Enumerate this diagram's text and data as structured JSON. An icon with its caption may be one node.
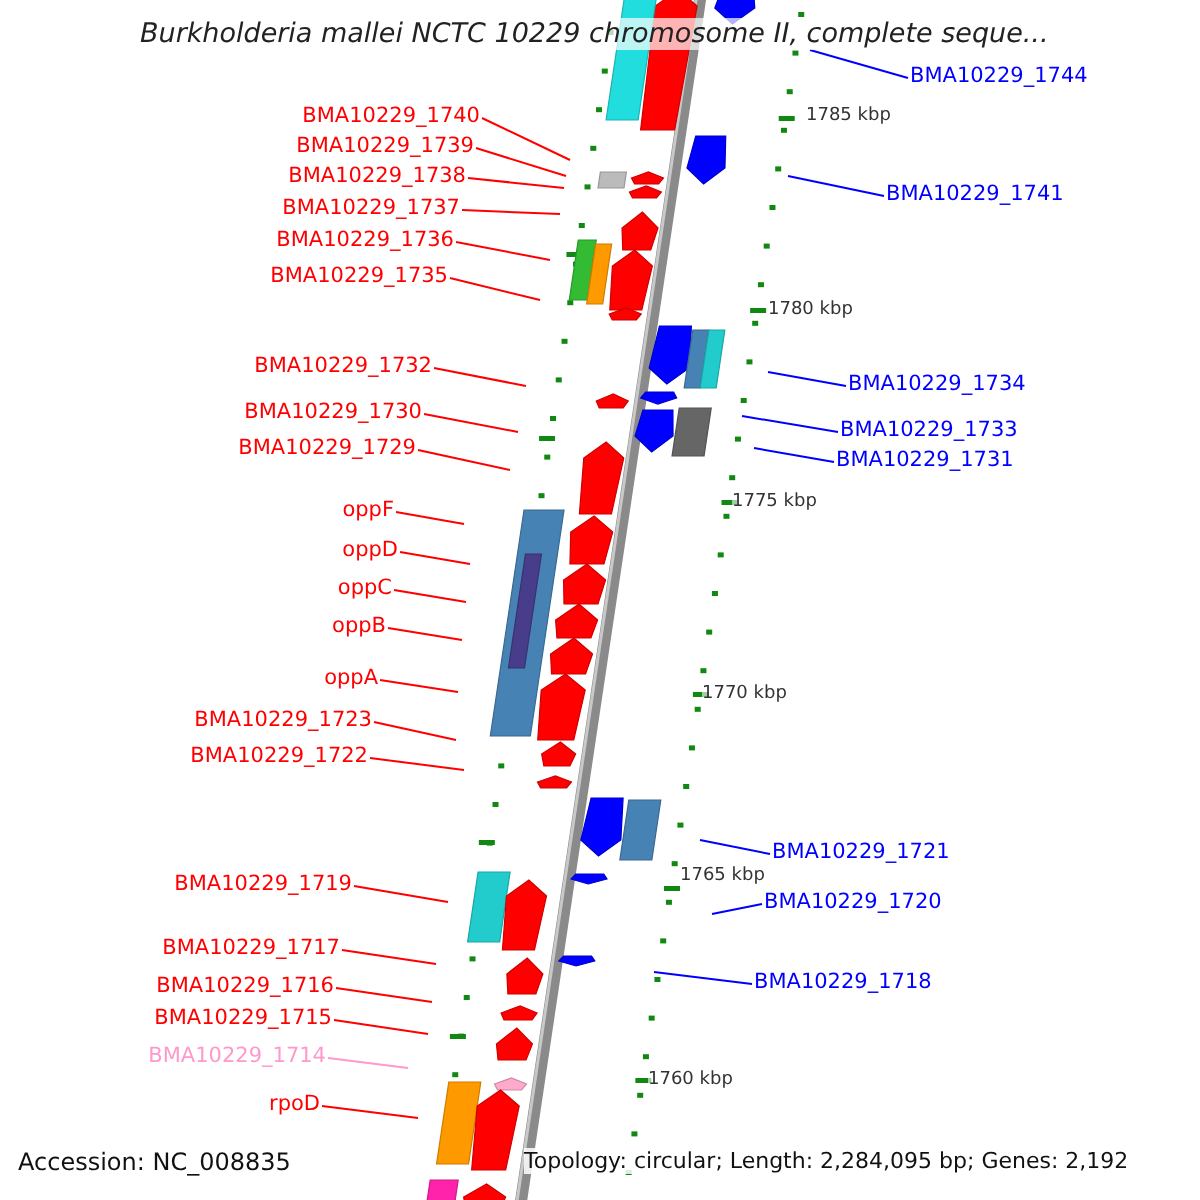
{
  "diagram": {
    "title": "Burkholderia mallei NCTC 10229 chromosome II, complete seque...",
    "nodes": [
      {
        "text": [
          "BMA10229_1740"
        ]
      },
      {
        "text": [
          "BMA10229_1739"
        ]
      },
      {
        "text": [
          "BMA10229_1738"
        ]
      },
      {
        "text": [
          "BMA10229_1737"
        ]
      },
      {
        "text": [
          "BMA10229_1736"
        ]
      },
      {
        "text": [
          "BMA10229_1735"
        ]
      },
      {
        "text": [
          "BMA10229_1732"
        ]
      },
      {
        "text": [
          "BMA10229_1730"
        ]
      },
      {
        "text": [
          "BMA10229_1729"
        ]
      },
      {
        "text": [
          "oppF"
        ]
      },
      {
        "text": [
          "oppD"
        ]
      },
      {
        "text": [
          "oppC"
        ]
      },
      {
        "text": [
          "oppB"
        ]
      },
      {
        "text": [
          "oppA"
        ]
      },
      {
        "text": [
          "BMA10229_1723"
        ]
      },
      {
        "text": [
          "BMA10229_1722"
        ]
      },
      {
        "text": [
          "BMA10229_1719"
        ]
      },
      {
        "text": [
          "BMA10229_1717"
        ]
      },
      {
        "text": [
          "BMA10229_1716"
        ]
      },
      {
        "text": [
          "BMA10229_1715"
        ]
      },
      {
        "text": [
          "BMA10229_1714"
        ]
      },
      {
        "text": [
          "rpoD"
        ]
      },
      {
        "text": [
          "BMA10229_1744"
        ]
      },
      {
        "text": [
          "BMA10229_1741"
        ]
      },
      {
        "text": [
          "BMA10229_1734"
        ]
      },
      {
        "text": [
          "BMA10229_1733"
        ]
      },
      {
        "text": [
          "BMA10229_1731"
        ]
      },
      {
        "text": [
          "BMA10229_1721"
        ]
      },
      {
        "text": [
          "BMA10229_1720"
        ]
      },
      {
        "text": [
          "BMA10229_1718"
        ]
      }
    ],
    "edges": [
      {
        "from": 0,
        "to": null,
        "arrow": "none"
      },
      {
        "from": 1,
        "to": null,
        "arrow": "none"
      },
      {
        "from": 2,
        "to": null,
        "arrow": "none"
      },
      {
        "from": 3,
        "to": null,
        "arrow": "none"
      },
      {
        "from": 4,
        "to": null,
        "arrow": "none"
      },
      {
        "from": 5,
        "to": null,
        "arrow": "none"
      },
      {
        "from": 6,
        "to": null,
        "arrow": "none"
      },
      {
        "from": 7,
        "to": null,
        "arrow": "none"
      },
      {
        "from": 8,
        "to": null,
        "arrow": "none"
      },
      {
        "from": 9,
        "to": null,
        "arrow": "none"
      },
      {
        "from": 10,
        "to": null,
        "arrow": "none"
      },
      {
        "from": 11,
        "to": null,
        "arrow": "none"
      },
      {
        "from": 12,
        "to": null,
        "arrow": "none"
      },
      {
        "from": 13,
        "to": null,
        "arrow": "none"
      },
      {
        "from": 14,
        "to": null,
        "arrow": "none"
      },
      {
        "from": 15,
        "to": null,
        "arrow": "none"
      },
      {
        "from": 16,
        "to": null,
        "arrow": "none"
      },
      {
        "from": 17,
        "to": null,
        "arrow": "none"
      },
      {
        "from": 18,
        "to": null,
        "arrow": "none"
      },
      {
        "from": 19,
        "to": null,
        "arrow": "none"
      },
      {
        "from": 20,
        "to": null,
        "arrow": "none",
        "color": "#ff99cc"
      },
      {
        "from": 21,
        "to": null,
        "arrow": "none"
      },
      {
        "from": 22,
        "to": null,
        "arrow": "none",
        "color": "#0000ff"
      },
      {
        "from": 23,
        "to": null,
        "arrow": "none",
        "color": "#0000ff"
      },
      {
        "from": 24,
        "to": null,
        "arrow": "none",
        "color": "#0000ff"
      },
      {
        "from": 25,
        "to": null,
        "arrow": "none",
        "color": "#0000ff"
      },
      {
        "from": 26,
        "to": null,
        "arrow": "none",
        "color": "#0000ff"
      },
      {
        "from": 27,
        "to": null,
        "arrow": "none",
        "color": "#0000ff"
      },
      {
        "from": 28,
        "to": null,
        "arrow": "none",
        "color": "#0000ff"
      },
      {
        "from": 29,
        "to": null,
        "arrow": "none",
        "color": "#0000ff"
      }
    ],
    "labels": [
      "1785 kbp",
      "1780 kbp",
      "1775 kbp",
      "1770 kbp",
      "1765 kbp",
      "1760 kbp",
      "Accession: NC_008835",
      "Topology: circular; Length: 2,284,095 bp; Genes: 2,192"
    ]
  }
}
